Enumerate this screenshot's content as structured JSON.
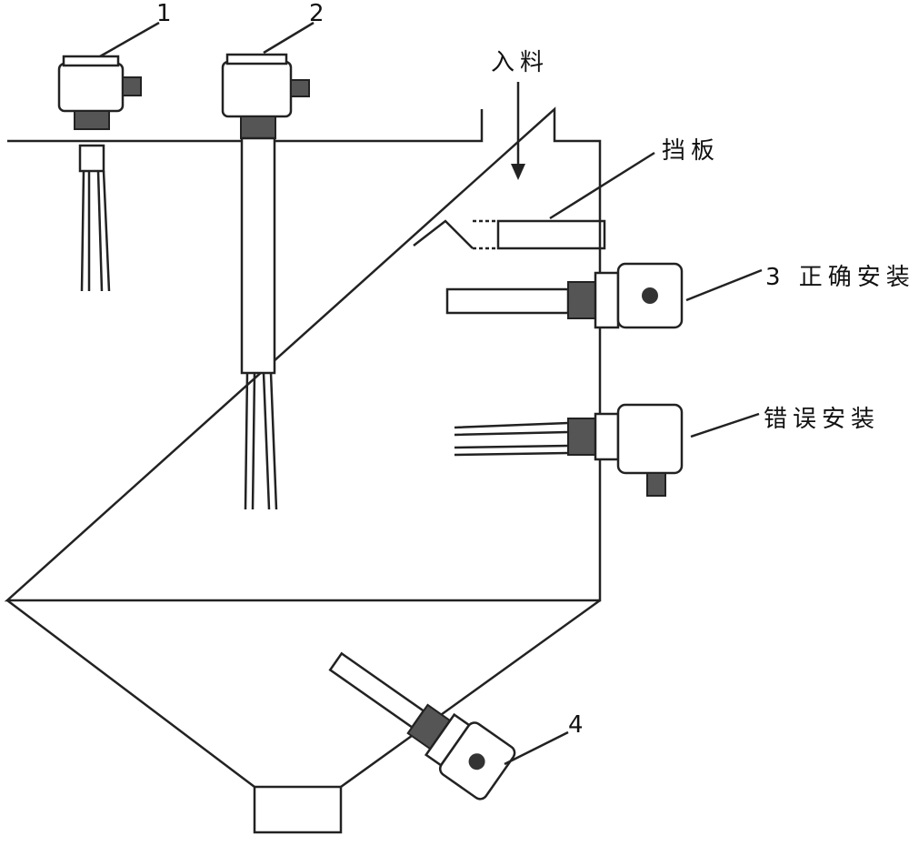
{
  "labels": {
    "sensor1": "1",
    "sensor2": "2",
    "inlet": "入料",
    "baffle": "挡板",
    "correct": "3 正确安装",
    "wrong": "错误安装",
    "sensor4": "4"
  },
  "colors": {
    "line": "#222222",
    "background": "#ffffff"
  }
}
